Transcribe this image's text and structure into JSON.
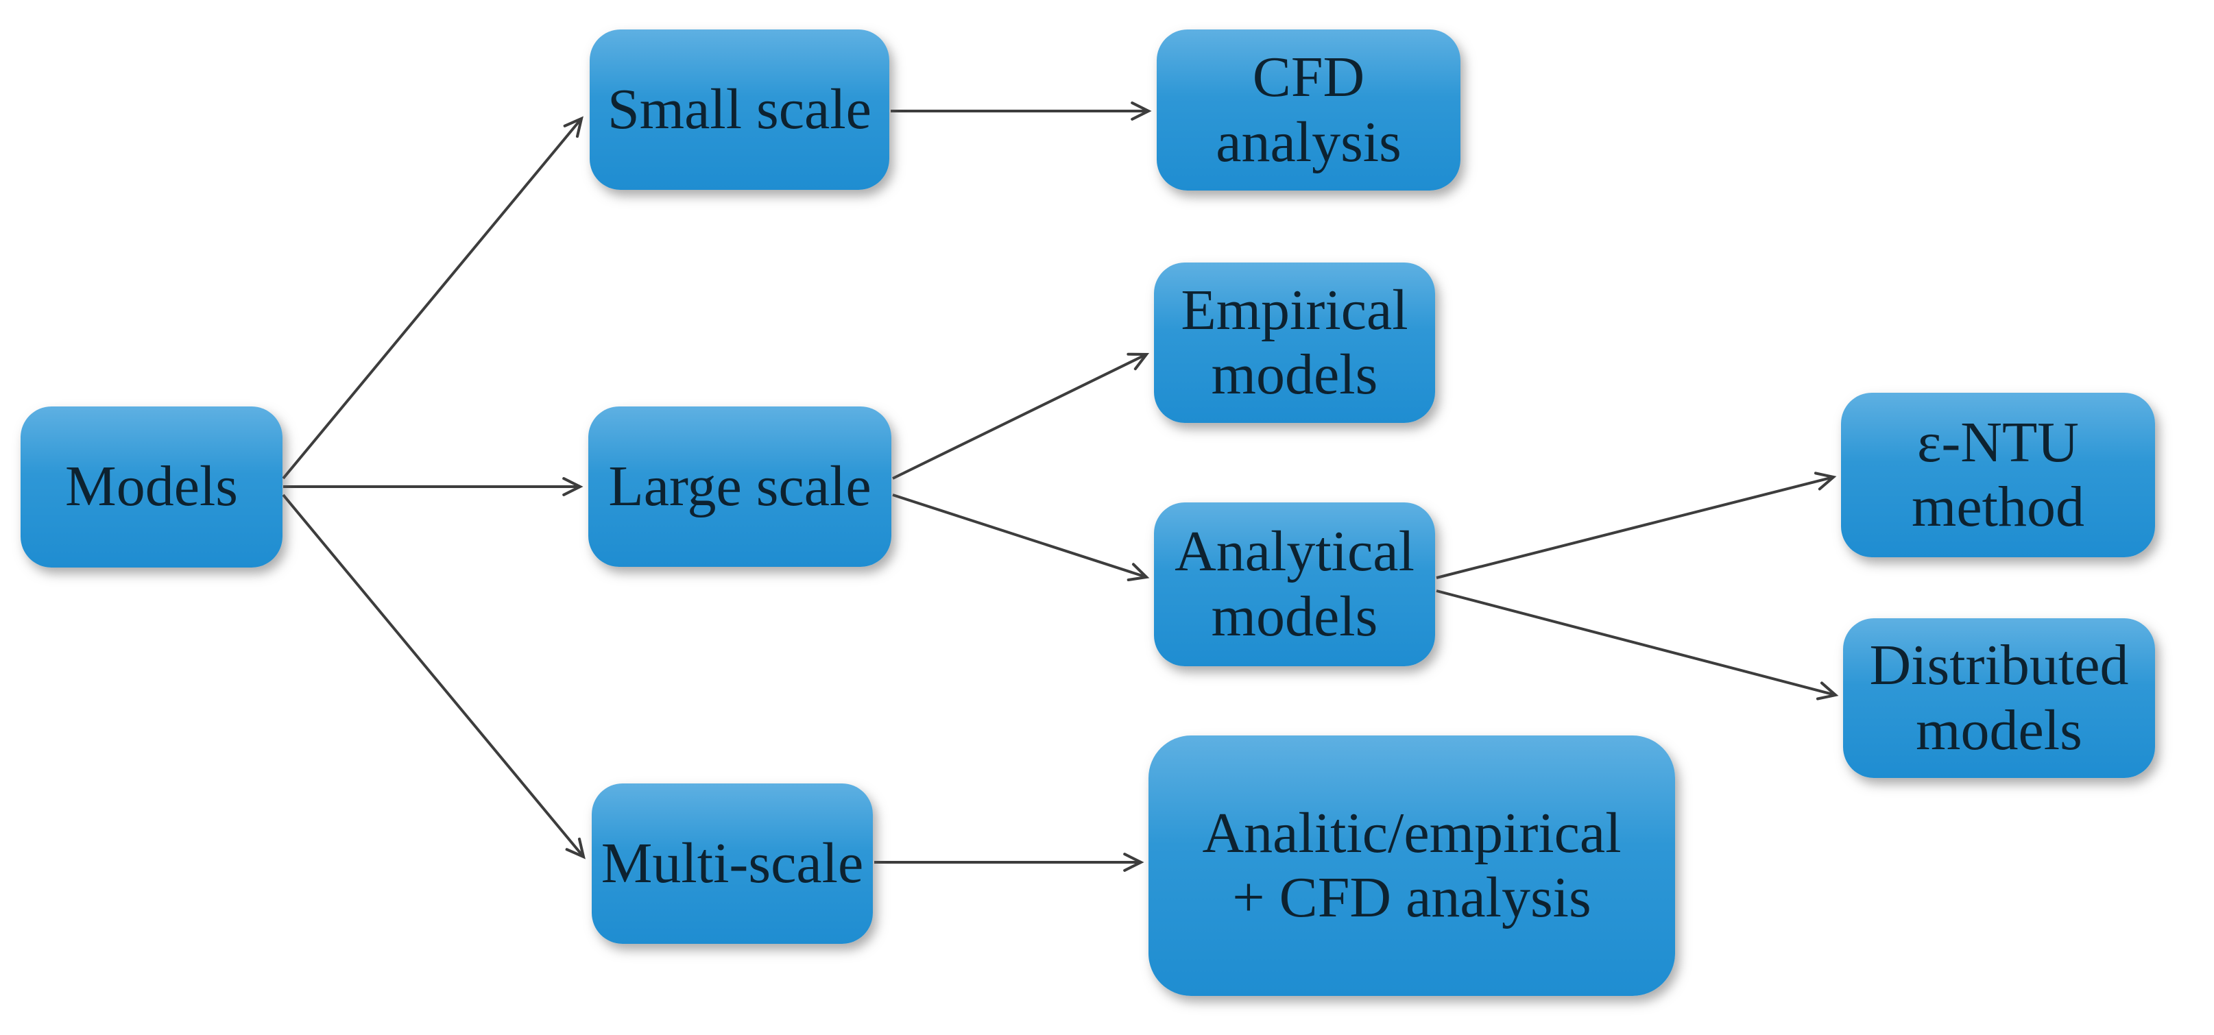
{
  "nodes": {
    "models": {
      "label": "Models"
    },
    "small_scale": {
      "label": "Small scale"
    },
    "cfd_analysis": {
      "label": "CFD\nanalysis"
    },
    "large_scale": {
      "label": "Large scale"
    },
    "empirical_models": {
      "label": "Empirical\nmodels"
    },
    "analytical_models": {
      "label": "Analytical\nmodels"
    },
    "entu_method": {
      "label": "ε-NTU\nmethod"
    },
    "distributed_models": {
      "label": "Distributed\nmodels"
    },
    "multi_scale": {
      "label": "Multi-scale"
    },
    "analitic_cfd": {
      "label": "Analitic/empirical\n+ CFD analysis"
    }
  },
  "colors": {
    "background": "#ffffff",
    "node_fill_light": "#5eb0e2",
    "node_fill": "#2e97d6",
    "node_fill_dark": "#1f8dd1",
    "node_text": "#0d2230",
    "arrow": "#3d3d3d"
  }
}
